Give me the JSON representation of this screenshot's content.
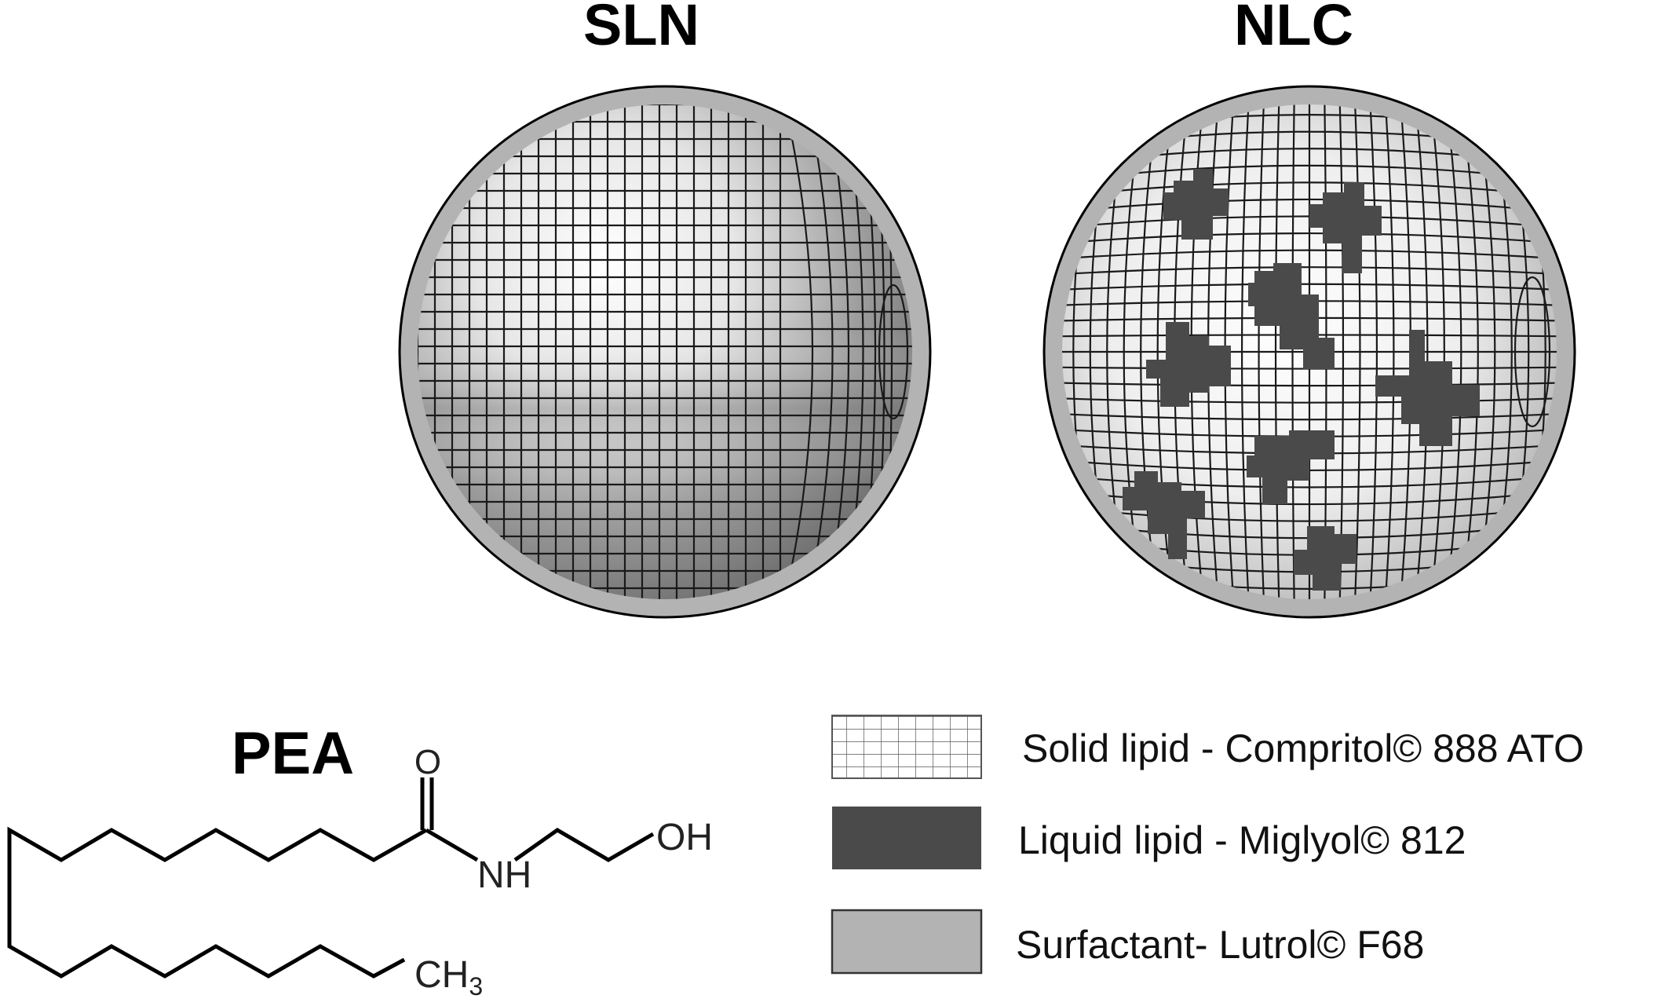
{
  "particles": [
    {
      "id": "sln",
      "title": "SLN"
    },
    {
      "id": "nlc",
      "title": "NLC"
    }
  ],
  "molecule": {
    "title": "PEA",
    "atoms": {
      "oxygen": "O",
      "nh": "NH",
      "oh": "OH",
      "ch3": "CH",
      "ch3_sub": "3"
    }
  },
  "legend": [
    {
      "swatch": "grid",
      "label": "Solid lipid - Compritol© 888 ATO"
    },
    {
      "swatch": "dark",
      "label": "Liquid lipid - Miglyol© 812"
    },
    {
      "swatch": "light",
      "label": "Surfactant- Lutrol© F68"
    }
  ],
  "colors": {
    "surfactant_shell": "#b3b3b3",
    "liquid_lipid": "#4a4a4a",
    "grid_line": "#1a1a1a",
    "outline": "#000000"
  }
}
